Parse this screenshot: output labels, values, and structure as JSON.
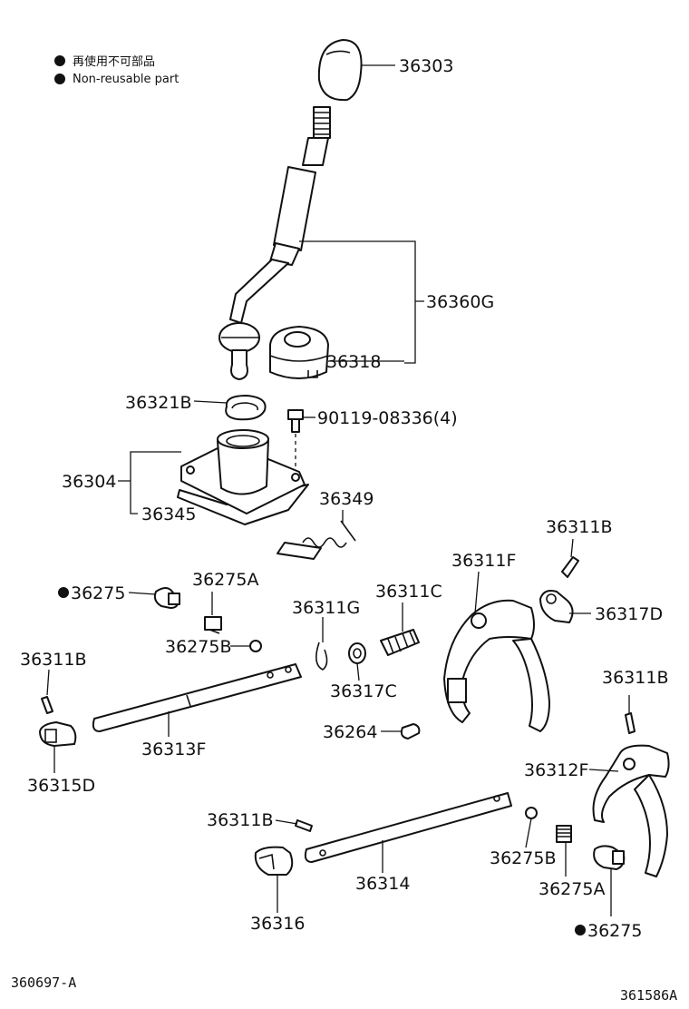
{
  "legend": {
    "items": [
      {
        "marker": "bullet",
        "text": "再使用不可部品"
      },
      {
        "marker": "bullet",
        "text": "Non-reusable part"
      }
    ]
  },
  "parts": [
    {
      "id": "p-36303",
      "label": "36303"
    },
    {
      "id": "p-36360G",
      "label": "36360G"
    },
    {
      "id": "p-36318",
      "label": "36318"
    },
    {
      "id": "p-36321B",
      "label": "36321B"
    },
    {
      "id": "p-90119",
      "label": "90119-08336(4)"
    },
    {
      "id": "p-36304",
      "label": "36304"
    },
    {
      "id": "p-36345",
      "label": "36345"
    },
    {
      "id": "p-36349",
      "label": "36349"
    },
    {
      "id": "p-36311B-a",
      "label": "36311B"
    },
    {
      "id": "p-36311F",
      "label": "36311F"
    },
    {
      "id": "p-36317D",
      "label": "36317D"
    },
    {
      "id": "p-36275-a",
      "label": "36275",
      "non_reusable": true
    },
    {
      "id": "p-36275A-a",
      "label": "36275A"
    },
    {
      "id": "p-36311C",
      "label": "36311C"
    },
    {
      "id": "p-36311G",
      "label": "36311G"
    },
    {
      "id": "p-36275B-a",
      "label": "36275B"
    },
    {
      "id": "p-36311B-b",
      "label": "36311B"
    },
    {
      "id": "p-36317C",
      "label": "36317C"
    },
    {
      "id": "p-36311B-c",
      "label": "36311B"
    },
    {
      "id": "p-36264",
      "label": "36264"
    },
    {
      "id": "p-36313F",
      "label": "36313F"
    },
    {
      "id": "p-36315D",
      "label": "36315D"
    },
    {
      "id": "p-36312F",
      "label": "36312F"
    },
    {
      "id": "p-36311B-d",
      "label": "36311B"
    },
    {
      "id": "p-36275B-b",
      "label": "36275B"
    },
    {
      "id": "p-36314",
      "label": "36314"
    },
    {
      "id": "p-36275A-b",
      "label": "36275A"
    },
    {
      "id": "p-36316",
      "label": "36316"
    },
    {
      "id": "p-36275-b",
      "label": "36275",
      "non_reusable": true
    }
  ],
  "footer": {
    "left_code": "360697-A",
    "right_code": "361586A"
  },
  "colors": {
    "line": "#111111",
    "background": "#ffffff"
  }
}
